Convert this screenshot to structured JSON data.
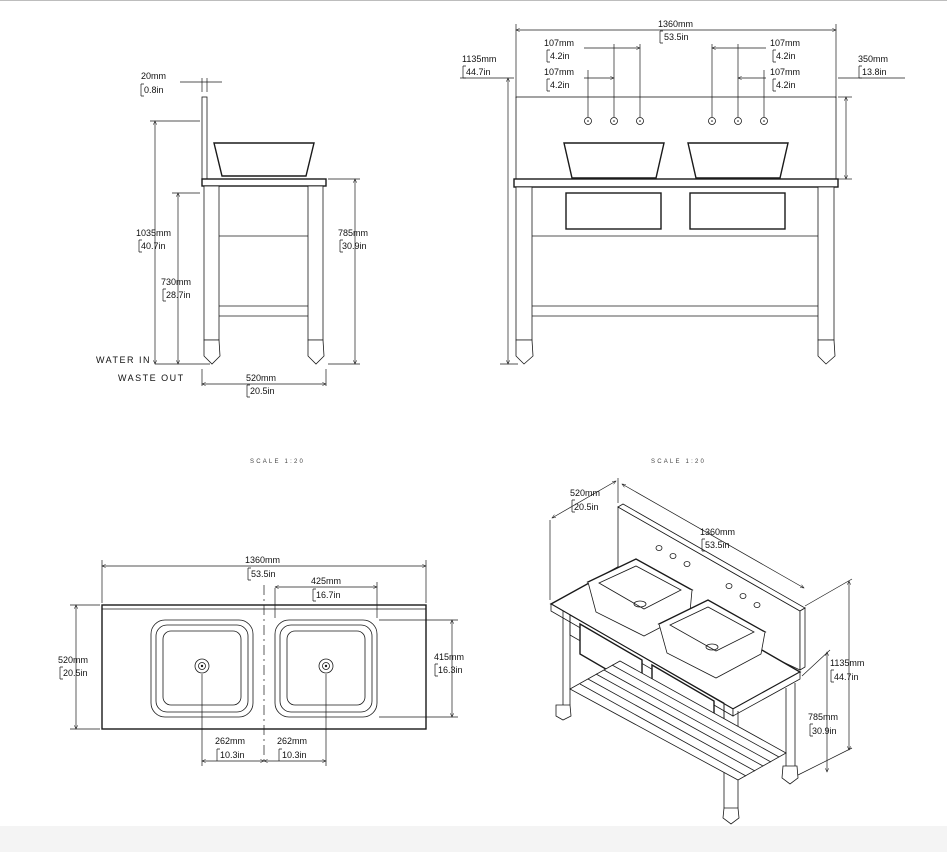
{
  "colors": {
    "line": "#1a1a1a",
    "background": "#ffffff"
  },
  "side_view": {
    "backsplash_thickness": {
      "value": "20mm",
      "inches": "0.8in"
    },
    "total_height": {
      "value": "1035mm",
      "inches": "40.7in"
    },
    "water_in_height": {
      "value": "730mm",
      "inches": "28.7in"
    },
    "counter_height": {
      "value": "785mm",
      "inches": "30.9in"
    },
    "depth": {
      "value": "520mm",
      "inches": "20.5in"
    },
    "water_in_label": "WATER IN",
    "waste_out_label": "WASTE OUT"
  },
  "front_view": {
    "width": {
      "value": "1360mm",
      "inches": "53.5in"
    },
    "total_height": {
      "value": "1135mm",
      "inches": "44.7in"
    },
    "backsplash_height": {
      "value": "350mm",
      "inches": "13.8in"
    },
    "tap_spacing": [
      {
        "value": "107mm",
        "inches": "4.2in"
      },
      {
        "value": "107mm",
        "inches": "4.2in"
      },
      {
        "value": "107mm",
        "inches": "4.2in"
      },
      {
        "value": "107mm",
        "inches": "4.2in"
      }
    ]
  },
  "plan_view": {
    "width": {
      "value": "1360mm",
      "inches": "53.5in"
    },
    "basin_width": {
      "value": "425mm",
      "inches": "16.7in"
    },
    "depth": {
      "value": "520mm",
      "inches": "20.5in"
    },
    "basin_depth": {
      "value": "415mm",
      "inches": "16.3in"
    },
    "waste_offset_left": {
      "value": "262mm",
      "inches": "10.3in"
    },
    "waste_offset_right": {
      "value": "262mm",
      "inches": "10.3in"
    }
  },
  "iso_view": {
    "depth": {
      "value": "520mm",
      "inches": "20.5in"
    },
    "width": {
      "value": "1360mm",
      "inches": "53.5in"
    },
    "total_height": {
      "value": "1135mm",
      "inches": "44.7in"
    },
    "counter_height": {
      "value": "785mm",
      "inches": "30.9in"
    }
  },
  "scale_labels": [
    "SCALE 1:20",
    "SCALE 1:20"
  ]
}
